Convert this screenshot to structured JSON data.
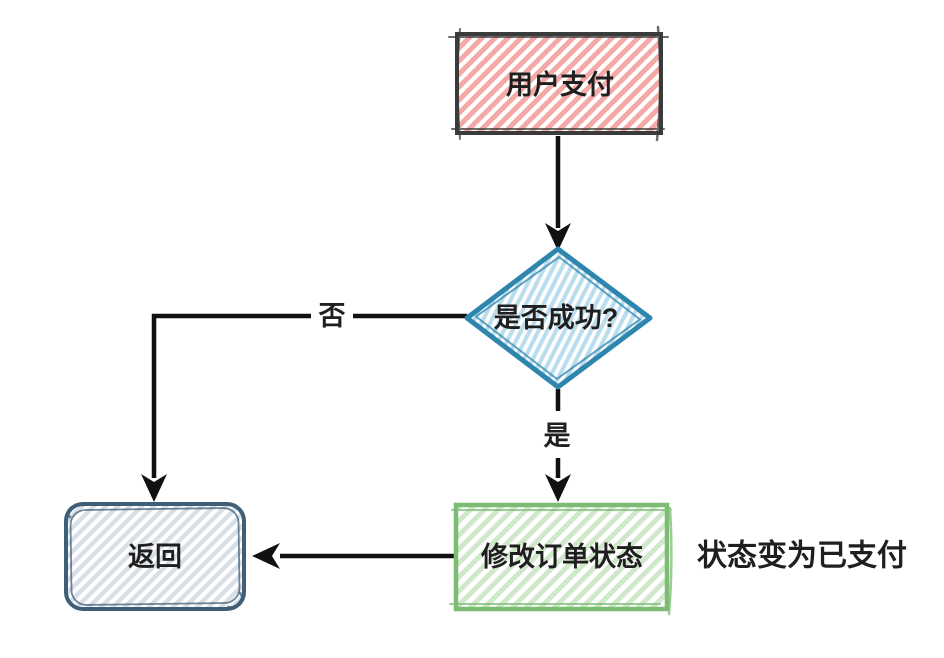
{
  "colors": {
    "background": "#ffffff",
    "arrow": "#111111",
    "text": "#1f1f1f",
    "start_border": "#3b3b3b",
    "start_fill": "#f3a9a5",
    "decision_border": "#2e86ae",
    "decision_fill": "#b9ddee",
    "update_border": "#7cbd73",
    "update_fill": "#cfe8ca",
    "return_border": "#3f5e77",
    "return_fill": "#d8dfe7"
  },
  "flowchart": {
    "nodes": {
      "start": {
        "label": "用户支付",
        "shape": "rectangle"
      },
      "decision": {
        "label": "是否成功?",
        "shape": "diamond"
      },
      "update": {
        "label": "修改订单状态",
        "shape": "rectangle"
      },
      "return": {
        "label": "返回",
        "shape": "rounded-rectangle"
      }
    },
    "edge_labels": {
      "no": "否",
      "yes": "是"
    },
    "edges": [
      {
        "from": "start",
        "to": "decision",
        "label": ""
      },
      {
        "from": "decision",
        "to": "return",
        "label": "否"
      },
      {
        "from": "decision",
        "to": "update",
        "label": "是"
      },
      {
        "from": "update",
        "to": "return",
        "label": ""
      }
    ],
    "annotation": "状态变为已支付"
  }
}
